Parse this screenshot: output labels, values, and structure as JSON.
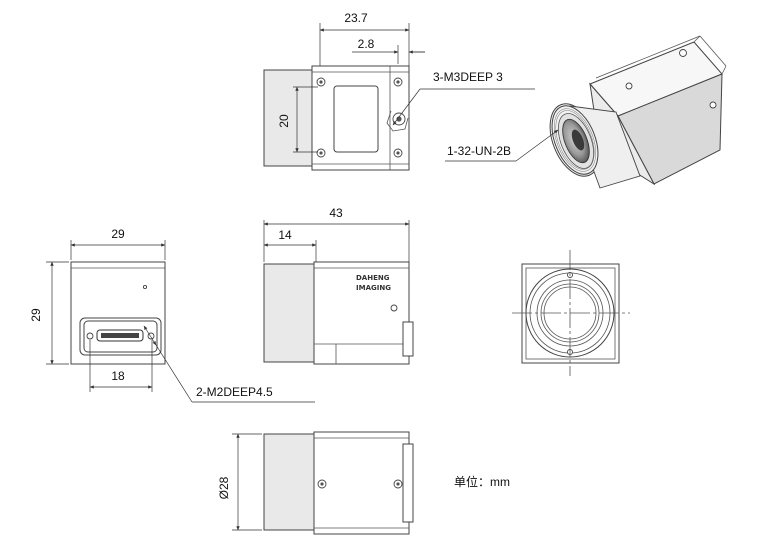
{
  "dimensions": {
    "top_width": "23.7",
    "top_offset": "2.8",
    "top_height": "20",
    "side_length": "43",
    "side_lens": "14",
    "front_width": "29",
    "front_height": "29",
    "front_connector": "18",
    "bottom_diameter": "Ø28"
  },
  "callouts": {
    "mount_thread": "1-32-UN-2B",
    "top_screws": "3-M3DEEP 3",
    "front_screws": "2-M2DEEP4.5"
  },
  "logo": {
    "line1": "DAHENG",
    "line2": "IMAGING"
  },
  "units": "单位：mm"
}
